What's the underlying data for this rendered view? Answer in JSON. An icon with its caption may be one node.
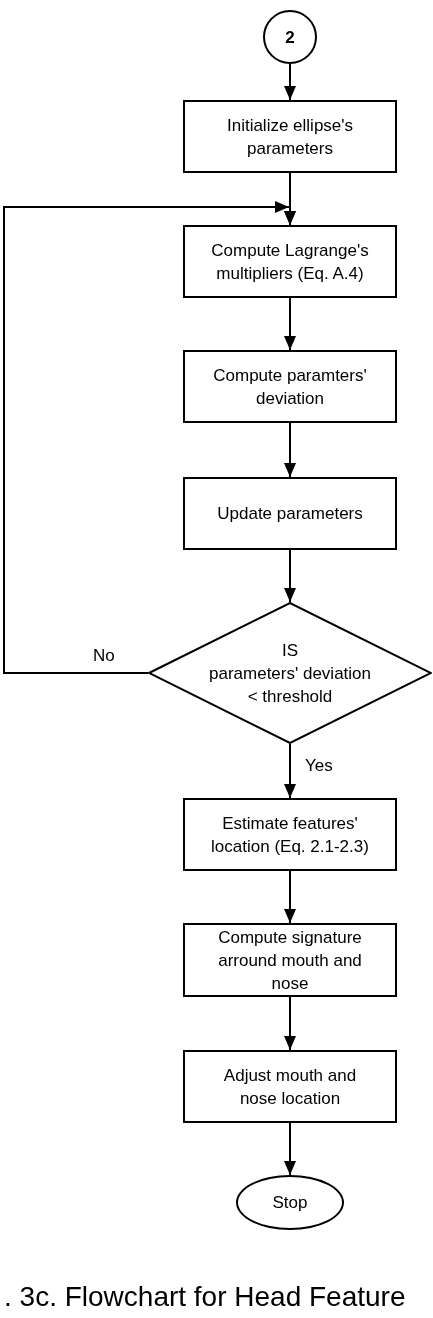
{
  "diagram": {
    "caption": ". 3c. Flowchart for Head Feature",
    "nodes": [
      {
        "text": [
          "2"
        ]
      },
      {
        "text": [
          "Initialize ellipse's parameters"
        ]
      },
      {
        "text": [
          "Compute Lagrange's multipliers (Eq. A.4)"
        ]
      },
      {
        "text": [
          "Compute paramters' deviation"
        ]
      },
      {
        "text": [
          "Update parameters"
        ]
      },
      {
        "text": [
          "IS",
          "parameters' deviation < threshold"
        ]
      },
      {
        "text": [
          "Estimate features' location (Eq. 2.1-2.3)"
        ]
      },
      {
        "text": [
          "Compute signature arround mouth and nose"
        ]
      },
      {
        "text": [
          "Adjust mouth and nose location"
        ]
      },
      {
        "text": [
          "Stop"
        ]
      }
    ],
    "edges": [
      {
        "from": 0,
        "to": 1,
        "arrow": "to"
      },
      {
        "from": 1,
        "to": 2,
        "arrow": "to"
      },
      {
        "from": 2,
        "to": 3,
        "arrow": "to"
      },
      {
        "from": 3,
        "to": 4,
        "arrow": "to"
      },
      {
        "from": 4,
        "to": 5,
        "arrow": "to"
      },
      {
        "from": 5,
        "to": 2,
        "arrow": "to",
        "label": "No"
      },
      {
        "from": 5,
        "to": 6,
        "arrow": "to",
        "label": "Yes"
      },
      {
        "from": 6,
        "to": 7,
        "arrow": "to"
      },
      {
        "from": 7,
        "to": 8,
        "arrow": "to"
      },
      {
        "from": 8,
        "to": 9,
        "arrow": "to"
      }
    ]
  }
}
